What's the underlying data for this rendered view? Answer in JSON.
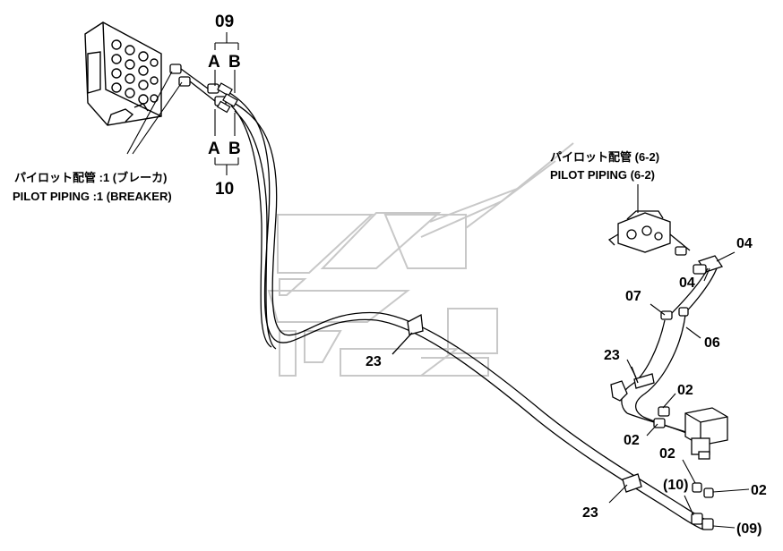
{
  "notes": {
    "left_jp": "パイロット配管 :1 (ブレーカ)",
    "left_en": "PILOT PIPING :1 (BREAKER)",
    "right_jp": "パイロット配管 (6-2)",
    "right_en": "PILOT PIPING (6-2)"
  },
  "callouts": {
    "top_09": "09",
    "top_A": "A",
    "top_B": "B",
    "mid_A": "A",
    "mid_B": "B",
    "bottom_10": "10",
    "label_04_upper": "04",
    "label_04_lower": "04",
    "label_07": "07",
    "label_06": "06",
    "label_23_center": "23",
    "label_23_right": "23",
    "label_23_bottom": "23",
    "label_02_upper_right": "02",
    "label_02_left": "02",
    "label_02_mid": "02",
    "label_02_lower_right": "02",
    "label_10_paren": "(10)",
    "label_09_paren": "(09)"
  }
}
